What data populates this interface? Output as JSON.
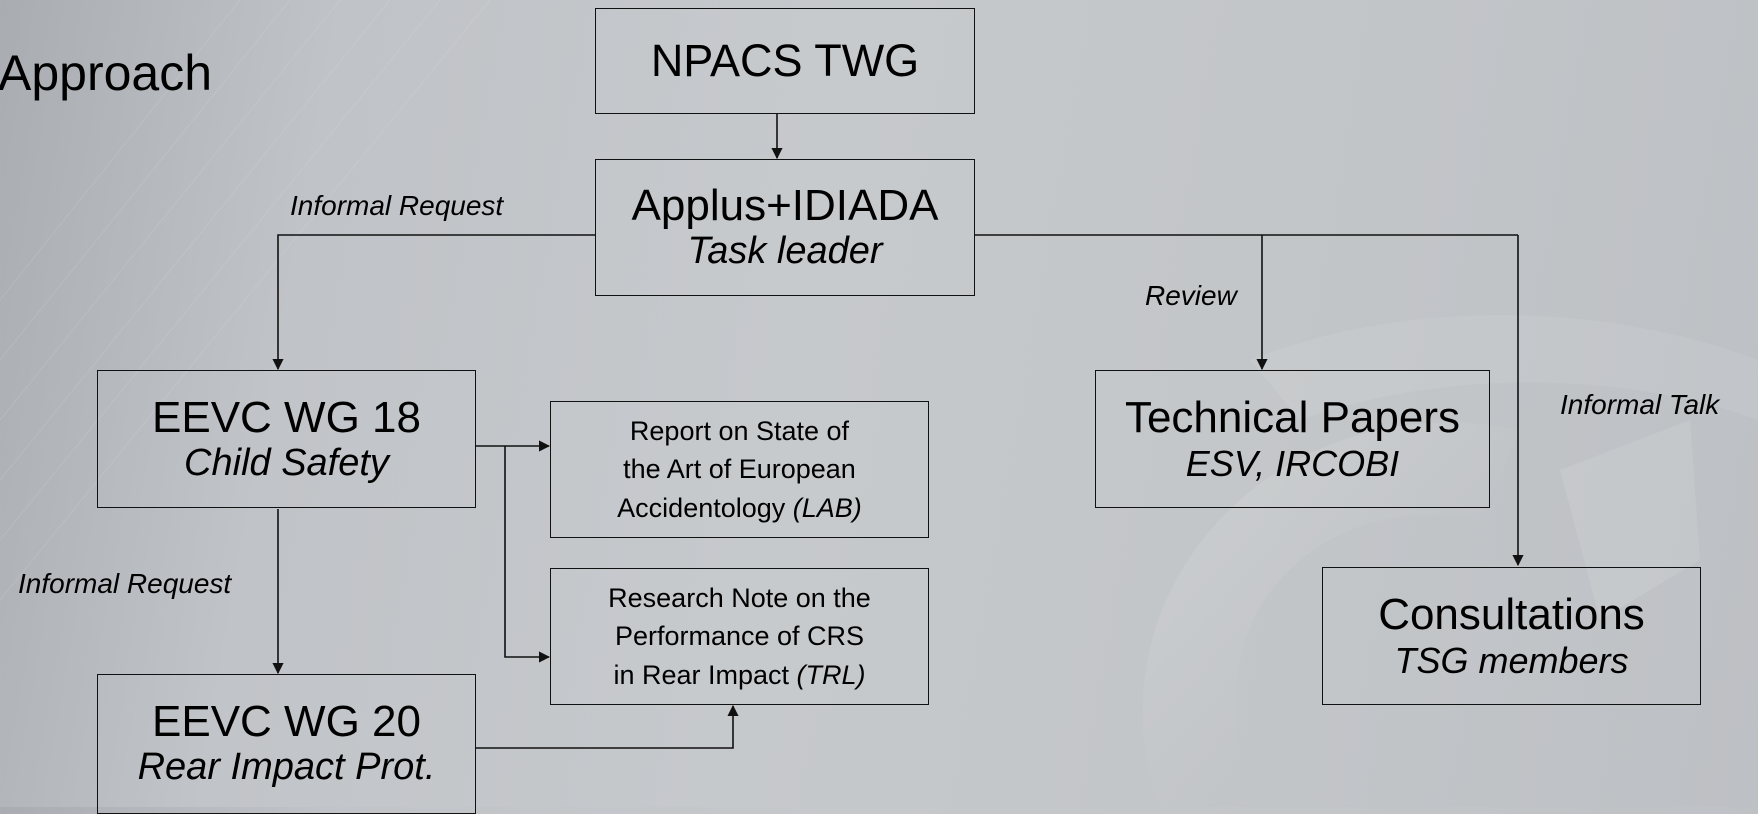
{
  "slide": {
    "title": "Approach"
  },
  "nodes": {
    "npacs": {
      "title": "NPACS TWG"
    },
    "idiada": {
      "title": "Applus+IDIADA",
      "subtitle": "Task leader"
    },
    "wg18": {
      "title": "EEVC WG 18",
      "subtitle": "Child Safety"
    },
    "wg20": {
      "title": "EEVC WG 20",
      "subtitle": "Rear Impact Prot."
    },
    "report": {
      "line1": "Report on State of",
      "line2": "the Art of European",
      "line3_plain": "Accidentology ",
      "line3_italic": "(LAB)"
    },
    "research": {
      "line1": "Research Note on the",
      "line2": "Performance of CRS",
      "line3_plain": "in Rear Impact ",
      "line3_italic": "(TRL)"
    },
    "papers": {
      "title": "Technical Papers",
      "subtitle": "ESV, IRCOBI"
    },
    "consult": {
      "title": "Consultations",
      "subtitle": "TSG members"
    }
  },
  "edge_labels": {
    "informal_request_top": "Informal Request",
    "informal_request_left": "Informal Request",
    "review": "Review",
    "informal_talk": "Informal Talk"
  },
  "colors": {
    "line": "#111111",
    "background": "#c4c7ca"
  }
}
